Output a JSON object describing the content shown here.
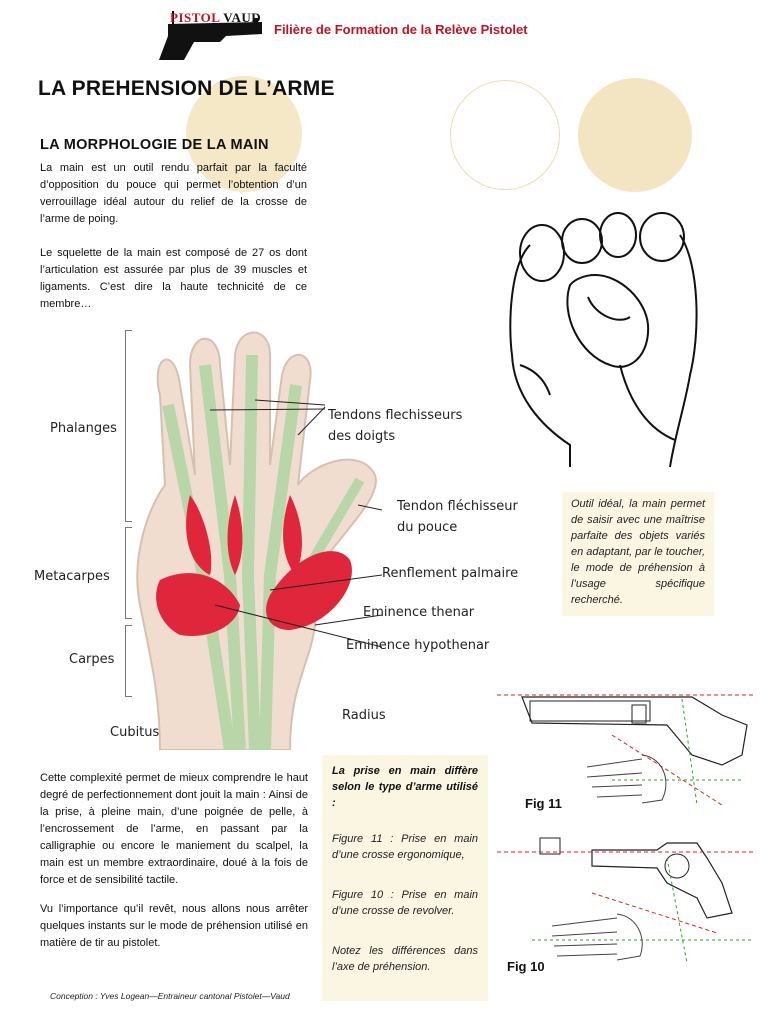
{
  "header": {
    "logo_text_1": "PISTOL",
    "logo_text_2": "VAUD",
    "subtitle": "Filière de Formation de la Relève Pistolet"
  },
  "page_title": "LA PREHENSION DE L’ARME",
  "section_title": "LA MORPHOLOGIE DE LA MAIN",
  "intro_paragraphs": [
    "La main est un outil rendu parfait par la faculté d’opposition du pouce qui permet l’obtention d’un verrouillage idéal autour du relief de la crosse de l’arme de poing.",
    "Le squelette de la main est composé de 27 os dont l’articulation est assurée par plus de 39 muscles et ligaments. C’est dire la haute technicité de ce membre…"
  ],
  "anatomy_labels": {
    "phalanges": "Phalanges",
    "metacarpes": "Metacarpes",
    "carpes": "Carpes",
    "cubitus": "Cubitus",
    "radius": "Radius",
    "tendons_doigts_1": "Tendons flechisseurs",
    "tendons_doigts_2": "des doigts",
    "tendon_pouce_1": "Tendon fléchisseur",
    "tendon_pouce_2": "du pouce",
    "renflement": "Renflement palmaire",
    "thenar": "Eminence thenar",
    "hypothenar": "Eminence hypothenar"
  },
  "side_note": "Outil idéal, la main permet de saisir avec une maîtrise parfaite des objets variés en adaptant, par le toucher, le mode de préhension à l’usage spécifique recherché.",
  "lower_paragraphs": [
    "Cette complexité permet de mieux comprendre le haut degré de perfectionnement dont jouit la main : Ainsi de la prise, à pleine main, d’une poignée de pelle, à l’encrossement de l’arme, en passant par la calligraphie ou encore le maniement du scalpel, la main est un membre extraordinaire, doué à la fois de force et de sensibilité tactile.",
    "Vu l’importance qu’il revêt, nous allons nous arrêter quelques instants sur le mode de préhension utilisé en matière de tir au pistolet."
  ],
  "caption_box": {
    "heading": "La prise en main diffère selon le type d’arme utilisé :",
    "fig11_text": "Figure 11 : Prise en main d’une crosse ergonomique,",
    "fig10_text": "Figure 10 : Prise en main d’une crosse de revolver.",
    "note": "Notez les différences dans l’axe de préhension."
  },
  "figures": {
    "fig11": "Fig 11",
    "fig10": "Fig 10"
  },
  "footer": "Conception : Yves Logean—Entraineur cantonal Pistolet—Vaud",
  "colors": {
    "accent_red": "#c0121f",
    "cream": "#f3e7c4",
    "muscle": "#e0263a",
    "tendon": "#b9d6a8",
    "bone": "#f0ddd0"
  }
}
